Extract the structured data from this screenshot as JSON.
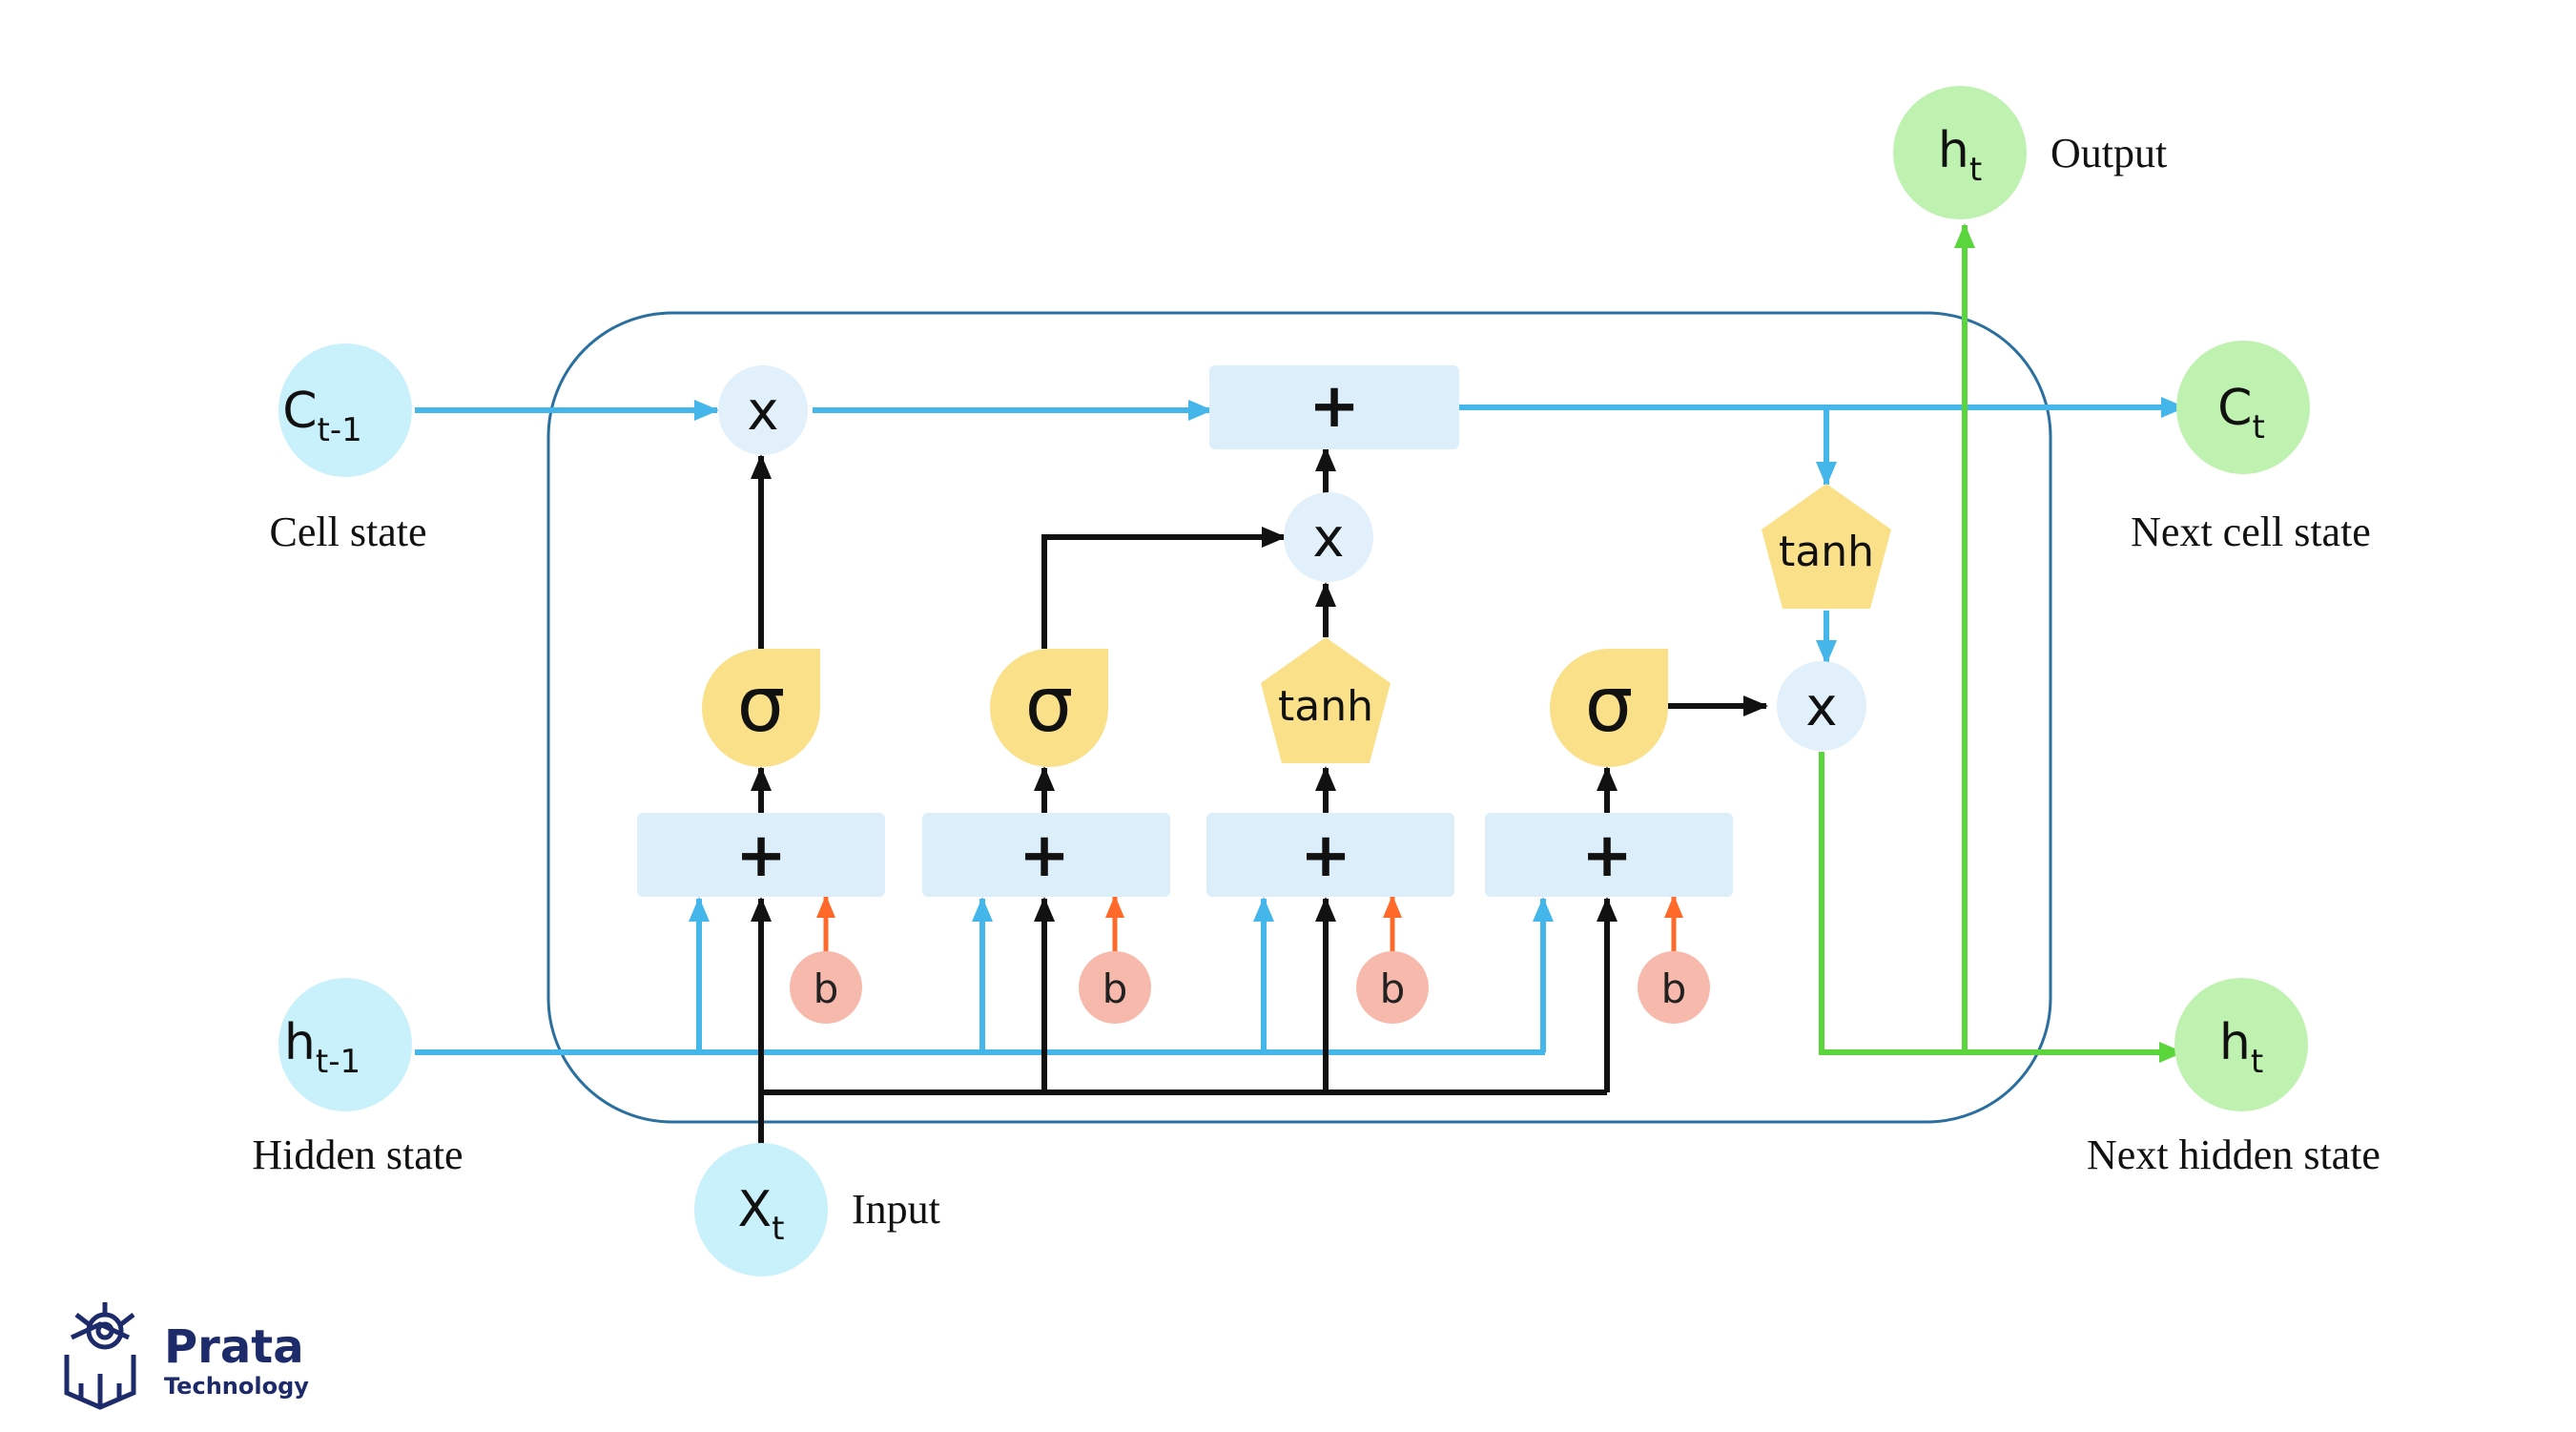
{
  "labels": {
    "cell_state": "Cell state",
    "hidden_state": "Hidden state",
    "input": "Input",
    "output": "Output",
    "next_cell_state": "Next cell state",
    "next_hidden_state": "Next hidden state"
  },
  "nodes": {
    "c_prev_main": "C",
    "c_prev_sub": "t-1",
    "h_prev_main": "h",
    "h_prev_sub": "t-1",
    "x_main": "X",
    "x_sub": "t",
    "c_next_main": "C",
    "c_next_sub": "t",
    "h_next_main": "h",
    "h_next_sub": "t",
    "h_out_main": "h",
    "h_out_sub": "t"
  },
  "ops": {
    "multiply": "x",
    "add": "+",
    "sigma": "σ",
    "tanh": "tanh",
    "bias": "b"
  },
  "logo": {
    "name": "Prata",
    "sub": "Technology"
  },
  "colors": {
    "cyan_node": "#c9f1fb",
    "green_node": "#bff2b0",
    "blue_arrow": "#45b6ea",
    "green_arrow": "#5ad63c",
    "black_arrow": "#111111",
    "orange_arrow": "#ff6a2a",
    "gate_yellow": "#fbe08a",
    "sum_box": "#dbeefa",
    "bias_node": "#f7b9ab",
    "logo_navy": "#1d2b6b"
  }
}
